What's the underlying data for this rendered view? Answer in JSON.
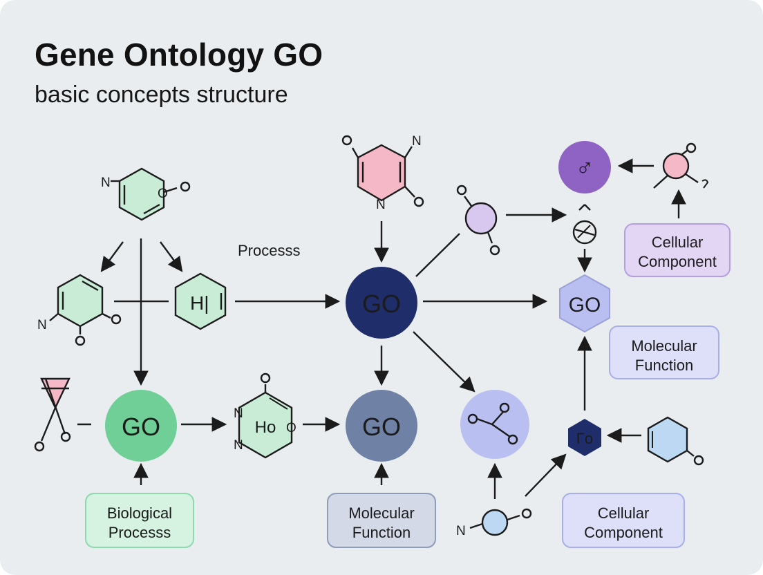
{
  "title": "Gene Ontology GO",
  "subtitle": "basic concepts structure",
  "edge_label": "Processs",
  "nodes": {
    "go_center": "GO",
    "go_right": "GO",
    "go_left_bottom": "GO",
    "go_mid_bottom": "GO",
    "ring_right_text": "♂",
    "hexagon_hi_text": "H|",
    "ring_ho_text": "Ho",
    "hex_small_text": "Γo"
  },
  "atoms": {
    "n": "N",
    "o": "O"
  },
  "boxes": {
    "cellular_component_top": [
      "Cellular",
      "Component"
    ],
    "molecular_function_right": [
      "Molecular",
      "Function"
    ],
    "biological_process": [
      "Biological",
      "Processs"
    ],
    "molecular_function_bottom": [
      "Molecular",
      "Function"
    ],
    "cellular_component_bottom": [
      "Cellular",
      "Component"
    ]
  },
  "colors": {
    "background": "#e9edf0",
    "navy": "#1f2d6b",
    "green": "#6fcf97",
    "slate": "#6f82a6",
    "lavender": "#b9bff0",
    "purple": "#8e63c4",
    "pink": "#f4b8c6",
    "mint": "#c9ecd6",
    "light_blue": "#bcd8f2"
  }
}
